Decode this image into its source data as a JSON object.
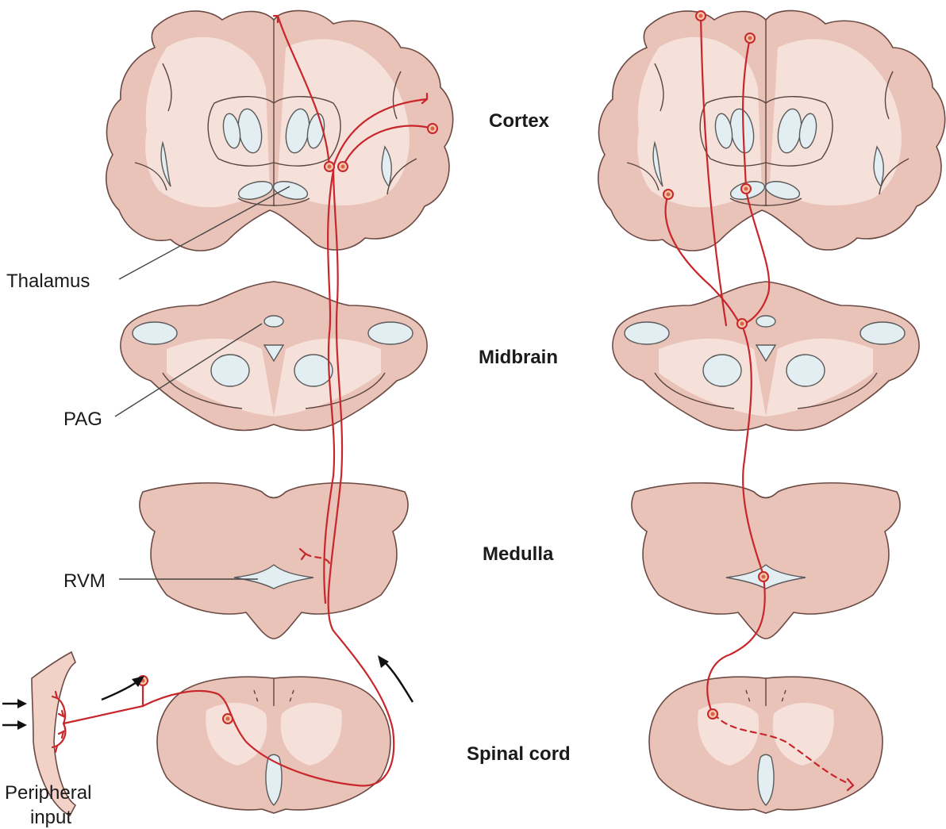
{
  "regions": {
    "cortex": "Cortex",
    "midbrain": "Midbrain",
    "medulla": "Medulla",
    "spinal_cord": "Spinal cord"
  },
  "callouts": {
    "thalamus": "Thalamus",
    "pag": "PAG",
    "rvm": "RVM",
    "peripheral_line1": "Peripheral",
    "peripheral_line2": "input"
  },
  "colors": {
    "tissue": "#e9c2b8",
    "tissue_light": "#f6e1da",
    "ventricle": "#e3eef2",
    "pathway": "#c8262b"
  }
}
